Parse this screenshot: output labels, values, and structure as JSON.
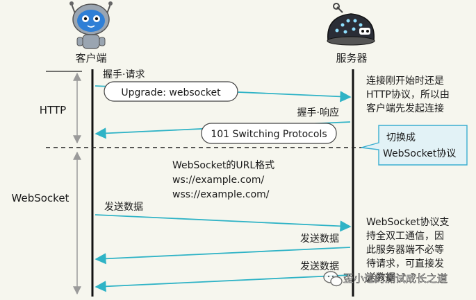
{
  "participants": {
    "client": "客户端",
    "server": "服务器"
  },
  "phases": {
    "http": "HTTP",
    "websocket": "WebSocket"
  },
  "messages": {
    "handshake_request_label": "握手·请求",
    "upgrade_header": "Upgrade: websocket",
    "handshake_response_label": "握手·响应",
    "switching_status": "101 Switching Protocols",
    "send_data_client": "发送数据",
    "send_data_server_1": "发送数据",
    "send_data_server_2": "发送数据"
  },
  "notes": {
    "http_start": [
      "连接刚开始时还是",
      "HTTP协议，所以由",
      "客户端先发起连接"
    ],
    "switch": [
      "切换成",
      "WebSocket协议"
    ],
    "url_format": [
      "WebSocket的URL格式",
      "ws://example.com/",
      "wss://example.com/"
    ],
    "full_duplex": [
      "WebSocket协议支",
      "持全双工通信，因",
      "此服务器端不必等",
      "待请求，可直接发",
      "送数据"
    ]
  },
  "watermark": {
    "text": "歪小逗的测试成长之道"
  },
  "colors": {
    "background": "#f6f6ee",
    "arrow": "#2fb3c6",
    "callout_fill": "#e2f2f6",
    "callout_border": "#3aaed0",
    "lifeline": "#111111",
    "phase_bracket": "#999999"
  },
  "icons": {
    "client": "robot-icon",
    "server": "server-robot-icon",
    "watermark": "wechat-icon"
  }
}
